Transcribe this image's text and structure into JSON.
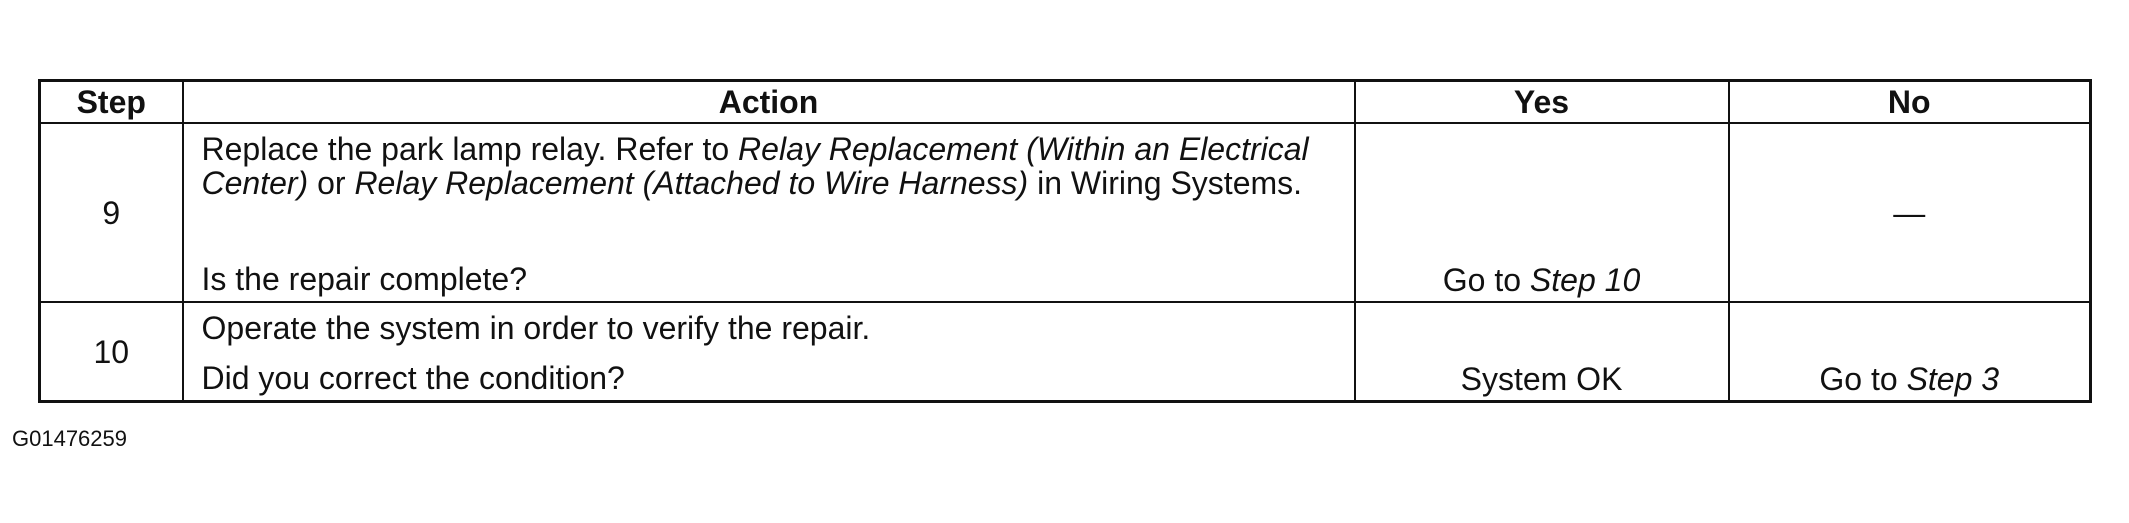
{
  "table": {
    "headers": {
      "step": "Step",
      "action": "Action",
      "yes": "Yes",
      "no": "No"
    },
    "rows": [
      {
        "step": "9",
        "action": {
          "p1": "Replace the park lamp relay. Refer to ",
          "ref1": "Relay Replacement (Within an Electrical Center)",
          "p2": " or ",
          "ref2": "Relay Replacement (Attached to Wire Harness)",
          "p3": " in Wiring Systems.",
          "question": "Is the repair complete?"
        },
        "yes": {
          "prefix": "Go to ",
          "ref": "Step 10"
        },
        "no": {
          "text": "—"
        }
      },
      {
        "step": "10",
        "action": {
          "p1": "Operate the system in order to verify the repair.",
          "question": "Did you correct the condition?"
        },
        "yes": {
          "text": "System OK"
        },
        "no": {
          "prefix": "Go to ",
          "ref": "Step 3"
        }
      }
    ]
  },
  "figure_id": "G01476259"
}
